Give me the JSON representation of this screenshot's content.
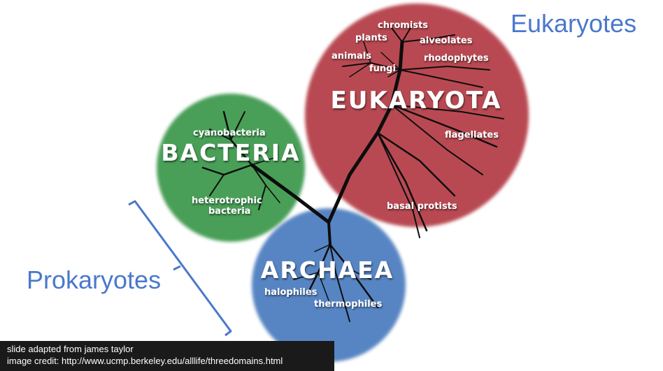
{
  "diagram": {
    "domains": {
      "eukaryota": "EUKARYOTA",
      "bacteria": "BACTERIA",
      "archaea": "ARCHAEA"
    },
    "groups": {
      "chromists": "chromists",
      "plants": "plants",
      "alveolates": "alveolates",
      "animals": "animals",
      "rhodophytes": "rhodophytes",
      "fungi": "fungi",
      "flagellates": "flagellates",
      "basal_protists": "basal protists",
      "cyanobacteria": "cyanobacteria",
      "heterotrophic_line1": "heterotrophic",
      "heterotrophic_line2": "bacteria",
      "halophiles": "halophiles",
      "thermophiles": "thermophiles"
    },
    "colors": {
      "eukaryota_circle": "#b5404a",
      "bacteria_circle": "#3f9a50",
      "archaea_circle": "#4f7fc0",
      "tree": "#0d0d0d",
      "annotation": "#4a78cc"
    }
  },
  "annotations": {
    "eukaryotes": "Eukaryotes",
    "prokaryotes": "Prokaryotes"
  },
  "credits": {
    "line1": "slide adapted from james taylor",
    "line2": "image credit: http://www.ucmp.berkeley.edu/alllife/threedomains.html"
  }
}
